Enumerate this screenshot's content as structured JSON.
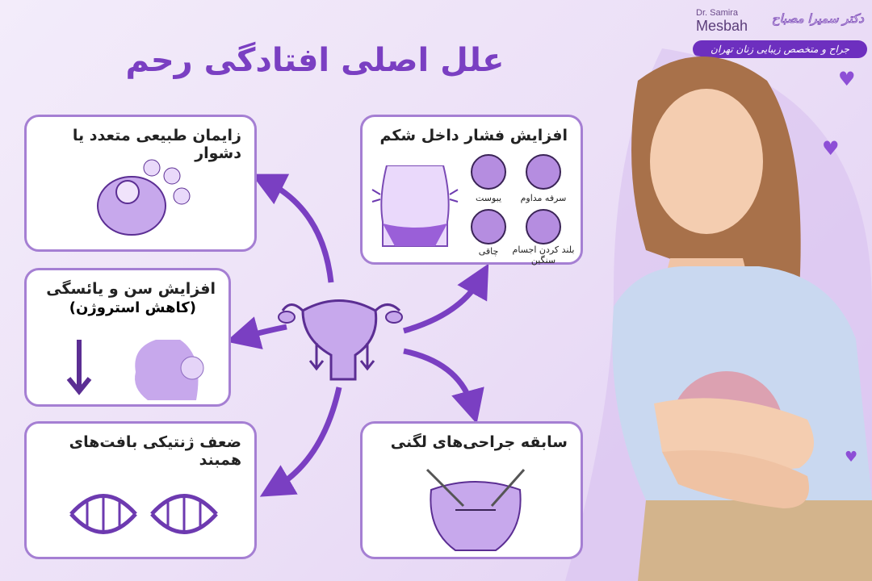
{
  "title": "علل اصلی افتادگی رحم",
  "logo": {
    "name_en_line1": "Dr. Samira",
    "name_en_line2": "Mesbah",
    "name_fa": "دکتر سمیرا مصباح",
    "tagline_fa": "جراح و متخصص زیبایی زنان تهران"
  },
  "causes": {
    "childbirth": "زایمان طبیعی متعدد یا دشوار",
    "aging": "افزایش سن و یائسگی",
    "aging_note": "(کاهش استروژن)",
    "genetic": "ضعف ژنتیکی بافت‌های همبند",
    "pressure": "افزایش فشار داخل شکم",
    "surgery": "سابقه جراحی‌های لگنی"
  },
  "pressure_factors": [
    {
      "label": "سرفه مداوم",
      "icon": "coughing-man-icon"
    },
    {
      "label": "یبوست",
      "icon": "toilet-icon"
    },
    {
      "label": "بلند کردن اجسام سنگین",
      "icon": "weightlifting-icon"
    },
    {
      "label": "چاقی",
      "icon": "obesity-scale-icon"
    }
  ],
  "colors": {
    "accent": "#7a3fc2",
    "border": "#a57fd3",
    "fill": "#b58de0"
  }
}
